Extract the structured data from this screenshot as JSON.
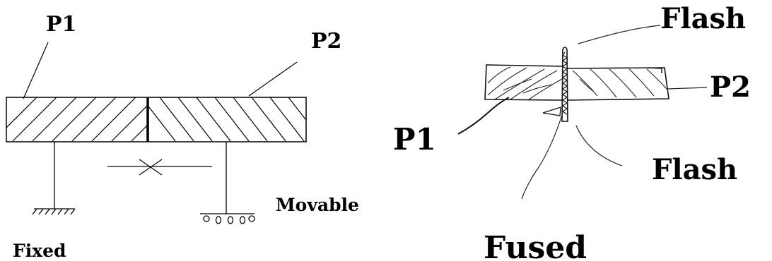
{
  "left_diagram": {
    "part1_label": "P1",
    "part2_label": "P2",
    "fixed_label": "Fixed",
    "movable_label": "Movable"
  },
  "right_diagram": {
    "flash_top_label": "Flash",
    "part2_label": "P2",
    "part1_label": "P1",
    "flash_bottom_label": "Flash",
    "fused_label": "Fused"
  }
}
